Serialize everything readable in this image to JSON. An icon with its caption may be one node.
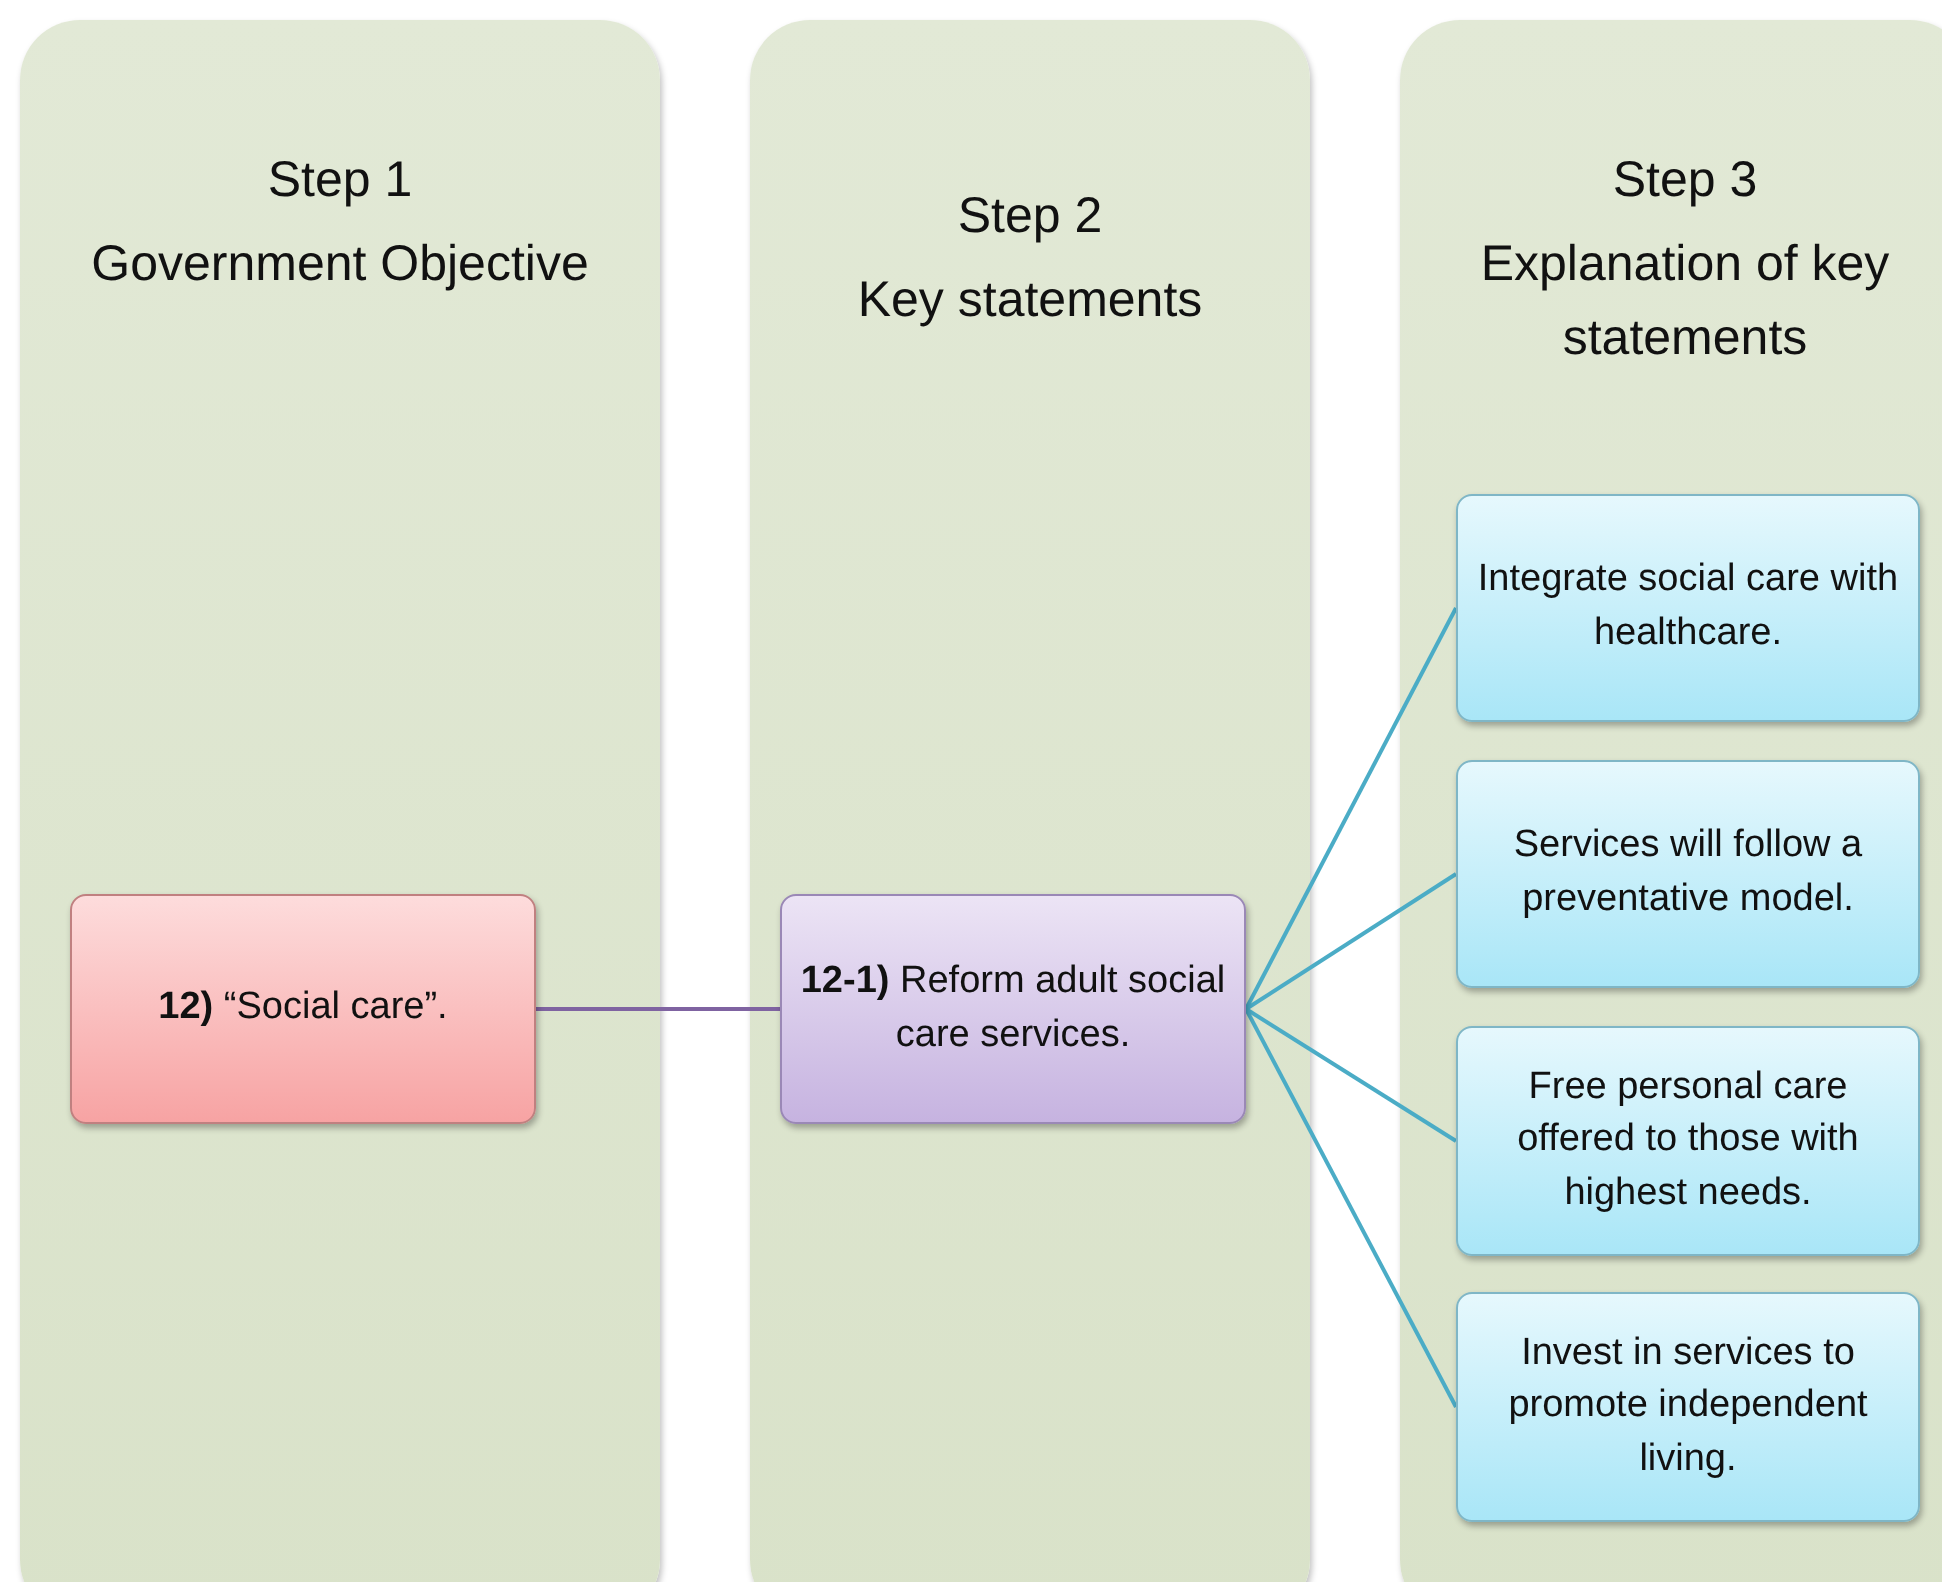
{
  "diagram": {
    "nodes": [
      {
        "text": [
          "Step 1",
          "Government Objective"
        ]
      },
      {
        "text": [
          "Step 2",
          "Key statements"
        ]
      },
      {
        "text": [
          "Step 3",
          "Explanation of key statements"
        ]
      },
      {
        "text": [
          "**12)** “Social care”."
        ],
        "in": 0
      },
      {
        "text": [
          "**12-1)** Reform adult social care services."
        ],
        "in": 1
      },
      {
        "text": [
          "Integrate social care with healthcare."
        ],
        "in": 2
      },
      {
        "text": [
          "Services will follow a preventative model."
        ],
        "in": 2
      },
      {
        "text": [
          "Free personal care offered to those with highest needs."
        ],
        "in": 2
      },
      {
        "text": [
          "Invest in services to promote independent living."
        ],
        "in": 2
      }
    ],
    "edges": [
      {
        "from": 3,
        "to": 4,
        "arrow": "none",
        "color": "#7f63a1"
      },
      {
        "from": 4,
        "to": 5,
        "arrow": "none"
      },
      {
        "from": 4,
        "to": 6,
        "arrow": "none"
      },
      {
        "from": 4,
        "to": 7,
        "arrow": "none"
      },
      {
        "from": 4,
        "to": 8,
        "arrow": "none"
      }
    ]
  }
}
